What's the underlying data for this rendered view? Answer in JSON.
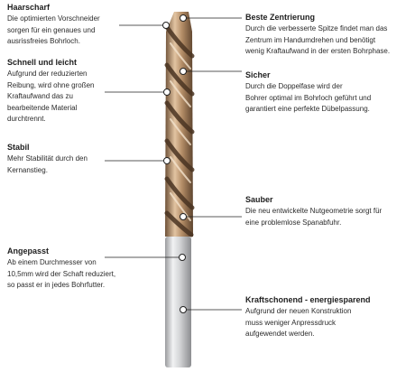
{
  "callouts_left": [
    {
      "id": "haarscharf",
      "title": "Haarscharf",
      "lines": [
        "Die optimierten Vorschneider",
        "sorgen für ein genaues und",
        "ausrissfreies Bohrloch."
      ]
    },
    {
      "id": "schnell",
      "title": "Schnell und leicht",
      "lines": [
        "Aufgrund der reduzierten",
        "Reibung, wird ohne großen",
        "Kraftaufwand das zu",
        "bearbeitende Material",
        "durchtrennt."
      ]
    },
    {
      "id": "stabil",
      "title": "Stabil",
      "lines": [
        "Mehr Stabilität durch den",
        "Kernanstieg."
      ]
    },
    {
      "id": "angepasst",
      "title": "Angepasst",
      "lines": [
        "Ab einem Durchmesser von",
        "10,5mm wird der Schaft reduziert,",
        "so passt er in jedes Bohrfutter."
      ]
    }
  ],
  "callouts_right": [
    {
      "id": "zentrierung",
      "title": "Beste Zentrierung",
      "lines": [
        "Durch die verbesserte Spitze findet man das",
        "Zentrum im Handumdrehen und benötigt",
        "wenig Kraftaufwand in der ersten Bohrphase."
      ]
    },
    {
      "id": "sicher",
      "title": "Sicher",
      "lines": [
        "Durch die Doppelfase wird der",
        "Bohrer optimal im Bohrloch geführt und",
        "garantiert eine perfekte Dübelpassung."
      ]
    },
    {
      "id": "sauber",
      "title": "Sauber",
      "lines": [
        "Die neu entwickelte Nutgeometrie sorgt für",
        "eine problemlose Spanabfuhr."
      ]
    },
    {
      "id": "kraftschonend",
      "title": "Kraftschonend - energiesparend",
      "lines": [
        "Aufgrund der neuen Konstruktion",
        "muss weniger Anpressdruck",
        "aufgewendet werden."
      ]
    }
  ],
  "colors": {
    "flute_bronze": "#b08a63",
    "flute_dark": "#5b4430",
    "shank_silver": "#d9dadc",
    "line": "#222222"
  },
  "icons": {
    "marker": "circle-marker-icon",
    "drill": "drill-bit-illustration"
  }
}
